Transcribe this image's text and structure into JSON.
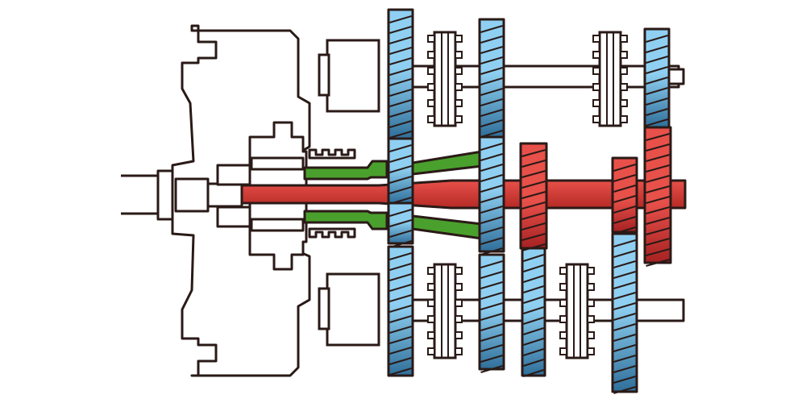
{
  "diagram": {
    "subject": "gearbox-cross-section",
    "colors": {
      "outline": "#2a1a17",
      "background": "#ffffff",
      "blue_light": "#8fd0f2",
      "blue_dark": "#2f6f9a",
      "red_light": "#e8504a",
      "red_dark": "#a52222",
      "green": "#4aa02c",
      "synchro_fill": "#ffffff"
    },
    "icons": [
      "housing-outline",
      "clutch-hub",
      "spur-gear",
      "synchronizer"
    ]
  }
}
